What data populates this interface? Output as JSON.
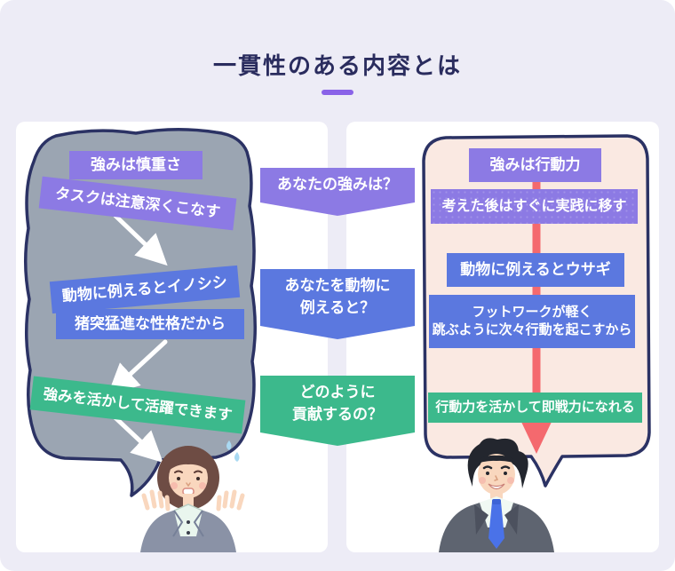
{
  "title": "一貫性のある内容とは",
  "colors": {
    "background": "#EDECF6",
    "panel": "#FFFFFF",
    "accent_underline": "#8A63E8",
    "title_navy": "#2A2C5E",
    "bubble_border_navy": "#2B3264",
    "left_bubble_gray": "#9BA5B2",
    "right_bubble_cream": "#FAE9E2",
    "answer_purple": "#8C7AE4",
    "answer_blue": "#5B78DF",
    "answer_green": "#3CB98C",
    "flow_arrow_white": "#FFFFFF",
    "flow_arrow_red": "#F4696E"
  },
  "questions": [
    {
      "label": "あなたの強みは？"
    },
    {
      "label": "あなたを動物に\n例えると？"
    },
    {
      "label": "どのように\n貢献するの？"
    }
  ],
  "left": {
    "answers": [
      {
        "text": "強みは慎重さ"
      },
      {
        "text": "タスクは注意深くこなす"
      },
      {
        "text": "動物に例えるとイノシシ"
      },
      {
        "text": "猪突猛進な性格だから"
      },
      {
        "text": "強みを活かして活躍できます"
      }
    ]
  },
  "right": {
    "answers": [
      {
        "text": "強みは行動力"
      },
      {
        "text": "考えた後はすぐに実践に移す"
      },
      {
        "text": "動物に例えるとウサギ"
      },
      {
        "text": "フットワークが軽く\n跳ぶように次々行動を起こすから"
      },
      {
        "text": "行動力を活かして即戦力になれる"
      }
    ]
  }
}
